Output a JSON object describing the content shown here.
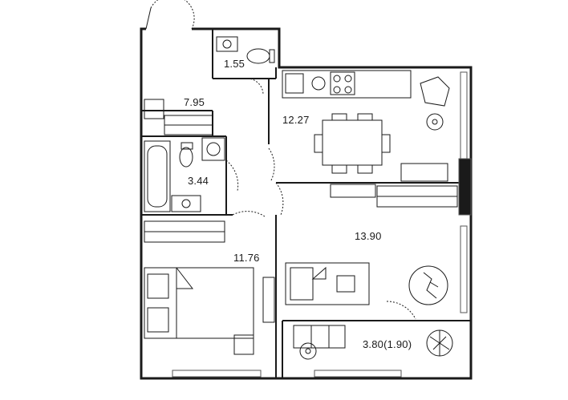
{
  "rooms": [
    {
      "id": "bathroom-small",
      "area": "1.55"
    },
    {
      "id": "hallway",
      "area": "7.95"
    },
    {
      "id": "kitchen",
      "area": "12.27"
    },
    {
      "id": "bathroom",
      "area": "3.44"
    },
    {
      "id": "bedroom",
      "area": "11.76"
    },
    {
      "id": "living-room",
      "area": "13.90"
    },
    {
      "id": "balcony",
      "area": "3.80(1.90)"
    }
  ],
  "colors": {
    "wall": "#1a1a1a",
    "furniture_stroke": "#333333",
    "window": "#555555",
    "background": "#ffffff"
  }
}
